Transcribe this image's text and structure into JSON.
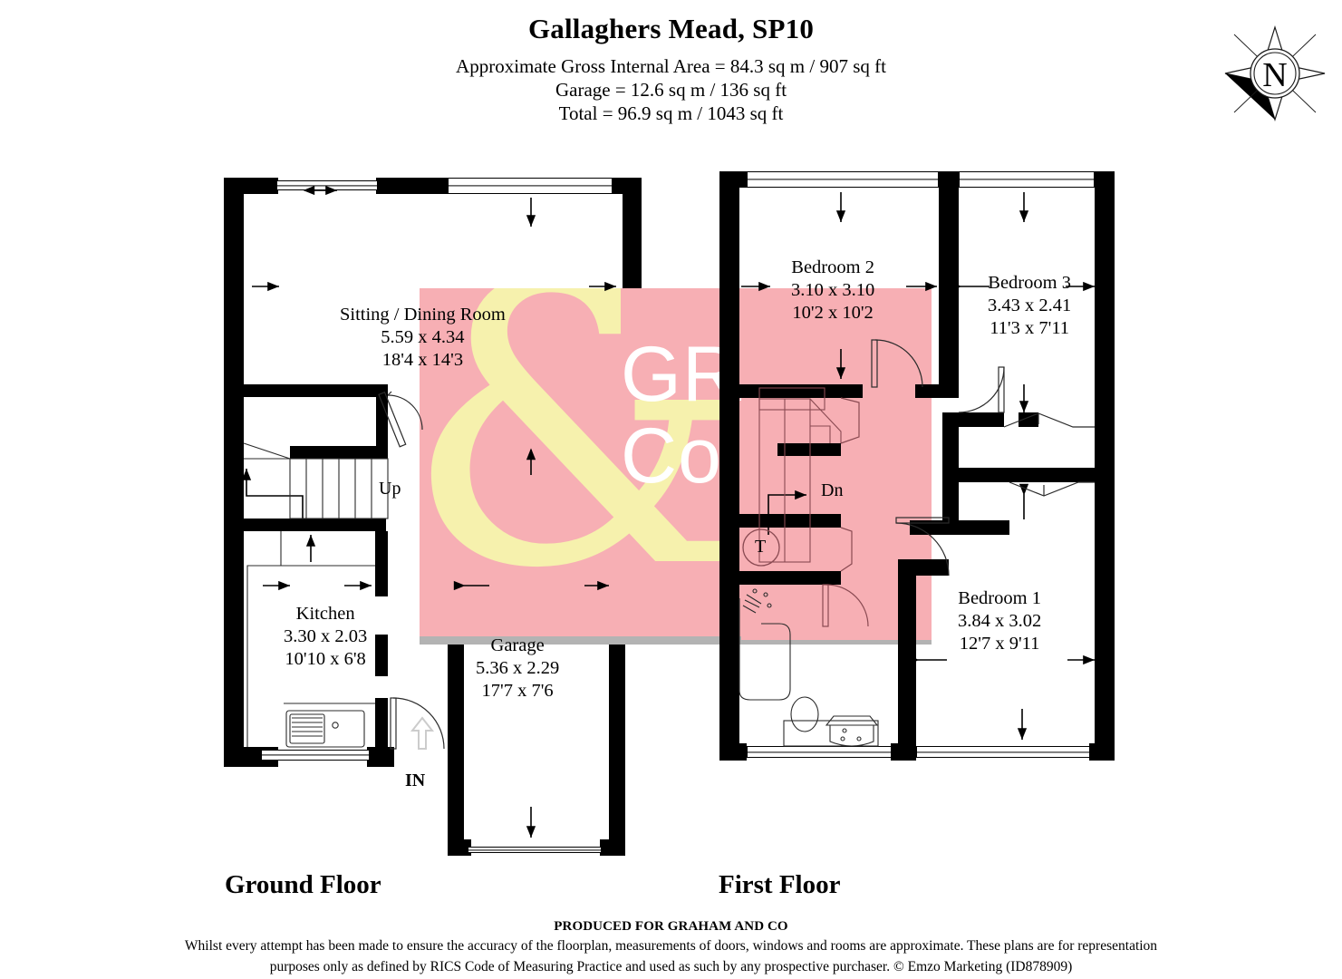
{
  "header": {
    "title": "Gallaghers Mead, SP10",
    "area_lines": [
      "Approximate Gross Internal Area = 84.3 sq m / 907 sq ft",
      "Garage = 12.6 sq m / 136 sq ft",
      "Total = 96.9 sq m / 1043 sq ft"
    ]
  },
  "compass": {
    "label": "N",
    "icon": "compass-rose-icon"
  },
  "watermark": {
    "ampersand": "&",
    "line1": "GRAHAM",
    "line2": "Co",
    "pink": "#f7afb4",
    "yellow": "#f6f1ad",
    "white": "#ffffff"
  },
  "floors": [
    {
      "id": "ground",
      "caption": "Ground Floor"
    },
    {
      "id": "first",
      "caption": "First Floor"
    }
  ],
  "rooms": [
    {
      "id": "sitting-dining",
      "floor": "ground",
      "name": "Sitting / Dining Room",
      "metric": "5.59 x 4.34",
      "imperial": "18'4 x 14'3"
    },
    {
      "id": "kitchen",
      "floor": "ground",
      "name": "Kitchen",
      "metric": "3.30 x 2.03",
      "imperial": "10'10 x 6'8"
    },
    {
      "id": "garage",
      "floor": "ground",
      "name": "Garage",
      "metric": "5.36 x 2.29",
      "imperial": "17'7 x 7'6"
    },
    {
      "id": "bedroom-2",
      "floor": "first",
      "name": "Bedroom 2",
      "metric": "3.10 x 3.10",
      "imperial": "10'2 x 10'2"
    },
    {
      "id": "bedroom-3",
      "floor": "first",
      "name": "Bedroom 3",
      "metric": "3.43 x 2.41",
      "imperial": "11'3 x 7'11"
    },
    {
      "id": "bedroom-1",
      "floor": "first",
      "name": "Bedroom 1",
      "metric": "3.84 x 3.02",
      "imperial": "12'7 x 9'11"
    }
  ],
  "annotations": {
    "stairs_up": "Up",
    "stairs_down": "Dn",
    "entrance": "IN",
    "tank": "T"
  },
  "footer": {
    "produced_for": "PRODUCED FOR GRAHAM AND CO",
    "disclaimer_line1": "Whilst every attempt has been made to ensure the accuracy of the floorplan, measurements of doors, windows and rooms are approximate. These plans are for representation",
    "disclaimer_line2": "purposes only as defined by RICS Code of Measuring Practice and used as such by any prospective purchaser. © Emzo Marketing (ID878909)"
  }
}
